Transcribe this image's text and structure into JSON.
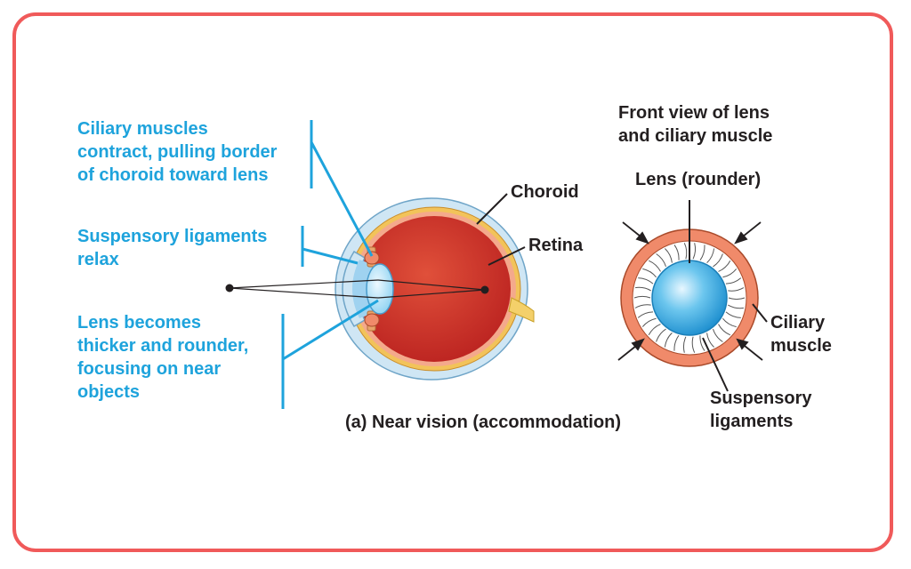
{
  "labels": {
    "ciliary_contract": [
      "Ciliary muscles",
      "contract, pulling border",
      "of choroid toward lens"
    ],
    "suspensory_relax": [
      "Suspensory ligaments",
      "relax"
    ],
    "lens_thicker": [
      "Lens becomes",
      "thicker and rounder,",
      "focusing on near",
      "objects"
    ],
    "choroid": "Choroid",
    "retina": "Retina",
    "caption": "(a) Near vision (accommodation)",
    "front_view_title": [
      "Front view of lens",
      "and ciliary muscle"
    ],
    "lens_rounder": "Lens (rounder)",
    "ciliary_muscle": [
      "Ciliary",
      "muscle"
    ],
    "suspensory_ligaments": [
      "Suspensory",
      "ligaments"
    ]
  },
  "colors": {
    "frame": "#f05a5a",
    "label_blue": "#1ea3dc",
    "eyeball": "#d8242a",
    "sclera": "#cfe6f4",
    "ciliary_ring": "#f08a6a",
    "lens": "#5bbfea"
  }
}
